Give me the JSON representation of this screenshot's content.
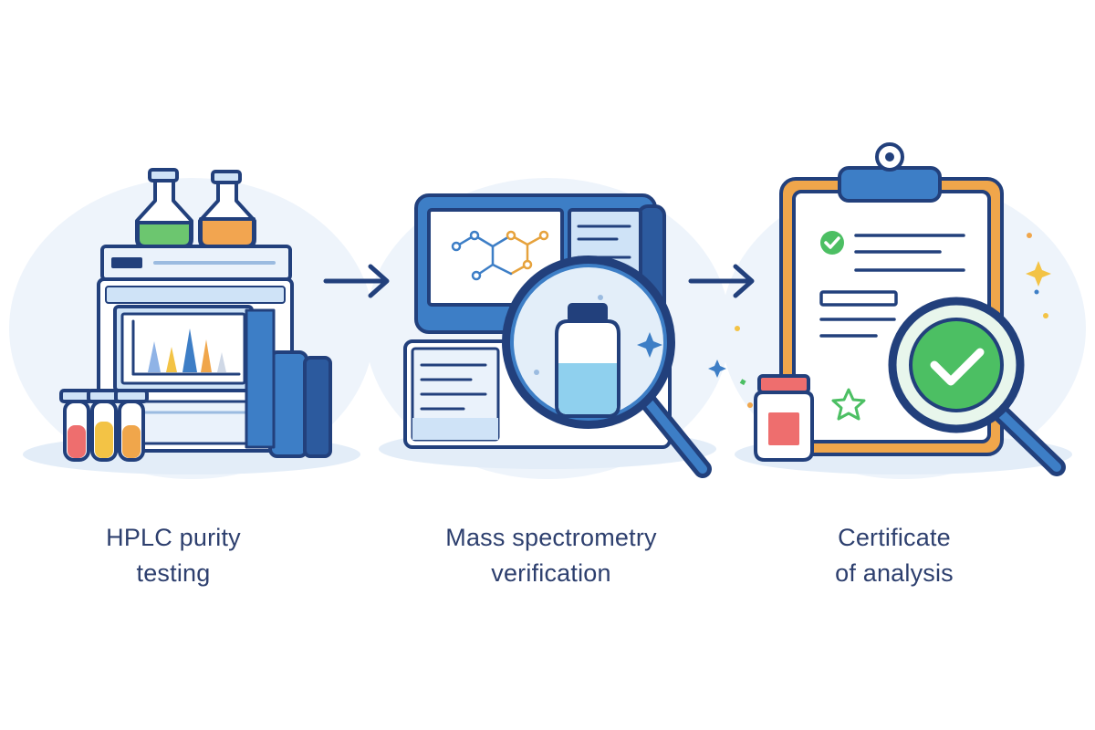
{
  "steps": [
    {
      "id": "hplc",
      "lines": [
        "HPLC purity",
        "testing"
      ]
    },
    {
      "id": "mass-spec",
      "lines": [
        "Mass spectrometry",
        "verification"
      ]
    },
    {
      "id": "coa",
      "lines": [
        "Certificate",
        "of analysis"
      ]
    }
  ],
  "colors": {
    "outline": "#22407c",
    "primary_blue": "#3d7ec6",
    "light_blue": "#cfe3f7",
    "pale_bg": "#eef4fb",
    "green": "#4cbf63",
    "orange": "#f0a64b",
    "red": "#ee6e6e",
    "yellow": "#f3c345",
    "text": "#2d3f6e"
  },
  "icons": [
    "hplc-machine-icon",
    "flask-icon",
    "vial-icon",
    "arrow-right-icon",
    "mass-spectrometer-icon",
    "molecule-icon",
    "magnifier-icon",
    "bottle-icon",
    "clipboard-icon",
    "check-icon",
    "sparkle-icon",
    "star-icon"
  ]
}
